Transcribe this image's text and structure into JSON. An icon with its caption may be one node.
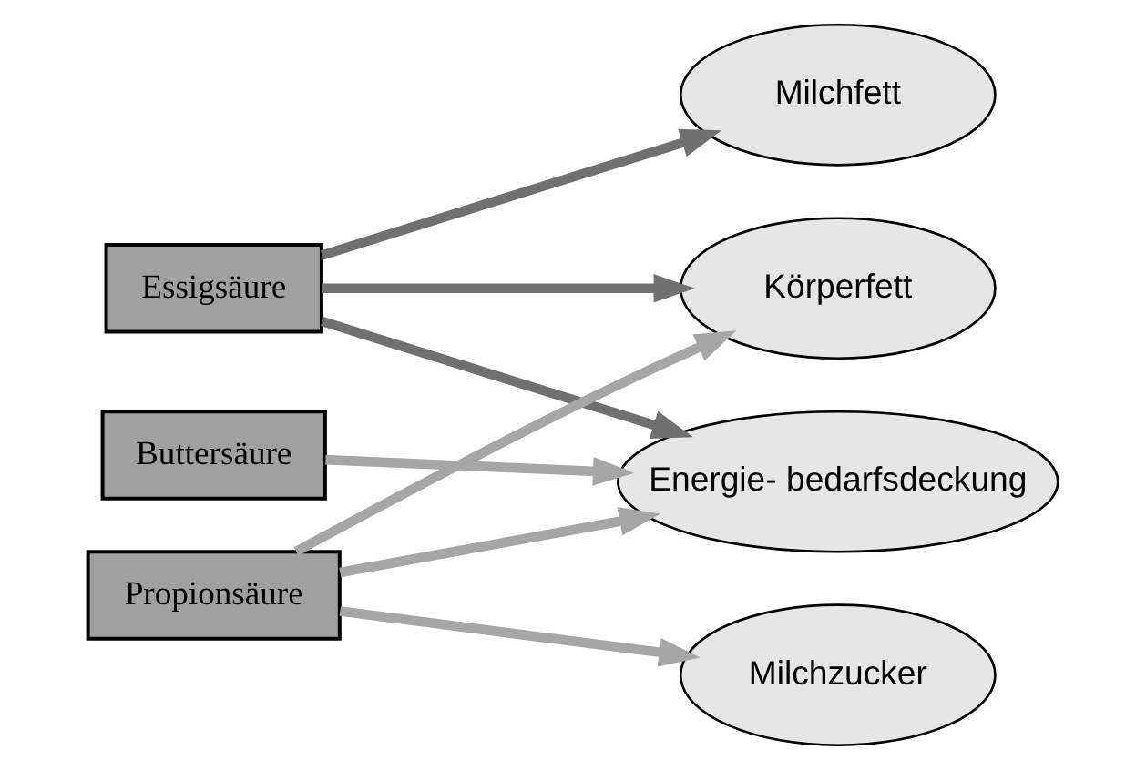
{
  "diagram": {
    "nodes": [
      {
        "text": [
          "Essigsäure"
        ]
      },
      {
        "text": [
          "Buttersäure"
        ]
      },
      {
        "text": [
          "Propionsäure"
        ]
      },
      {
        "text": [
          "Energie- bedarfsdeckung"
        ]
      },
      {
        "text": [
          "Milchfett"
        ]
      },
      {
        "text": [
          "Milchzucker"
        ]
      },
      {
        "text": [
          "Körperfett"
        ]
      }
    ],
    "edges": [
      {
        "from": 0,
        "to": 3,
        "arrow": "to",
        "color": "#707070"
      },
      {
        "from": 0,
        "to": 4,
        "arrow": "to",
        "color": "#707070"
      },
      {
        "from": 0,
        "to": 6,
        "arrow": "to",
        "color": "#707070"
      },
      {
        "from": 1,
        "to": 3,
        "arrow": "to"
      },
      {
        "from": 2,
        "to": 3,
        "arrow": "to"
      },
      {
        "from": 2,
        "to": 5,
        "arrow": "to"
      },
      {
        "from": 2,
        "to": 6,
        "arrow": "to"
      }
    ]
  }
}
